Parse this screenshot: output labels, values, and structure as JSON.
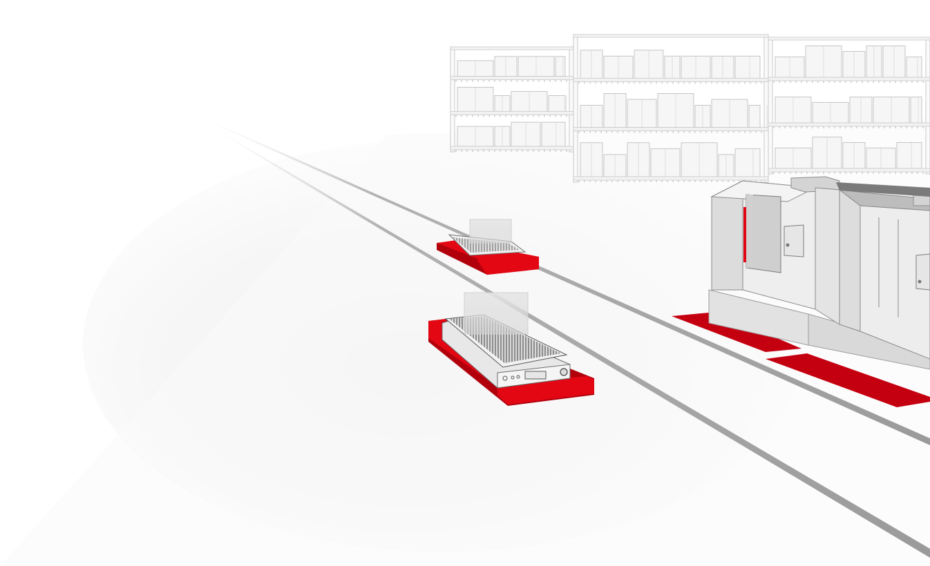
{
  "scene": {
    "description_visible_text": "",
    "colors": {
      "background": "#ffffff",
      "floor": "#f3f3f3",
      "accent_red": "#e30613",
      "dark_red": "#b1000c",
      "line_gray": "#9a9a9a",
      "machine_light": "#ececec",
      "machine_mid": "#d2d2d2",
      "machine_dark": "#b4b4b4",
      "shelf_frame": "#c8c8c8",
      "box": "#f5f5f5"
    },
    "objects": {
      "agv_count": 2,
      "rack_sections": 3,
      "machine_modules": 2,
      "floor_zones": 2,
      "guide_tracks": 2
    }
  }
}
